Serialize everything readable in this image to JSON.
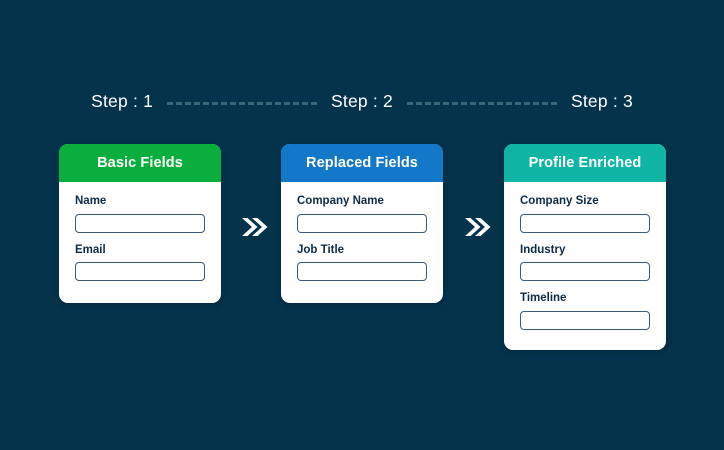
{
  "background_color": "#04334b",
  "steps": [
    {
      "label": "Step : 1"
    },
    {
      "label": "Step : 2"
    },
    {
      "label": "Step : 3"
    }
  ],
  "connectors": [
    {
      "name": "dashed-connector-1",
      "style": "dashed"
    },
    {
      "name": "dashed-connector-2",
      "style": "dashed"
    }
  ],
  "arrows": [
    {
      "name": "double-chevron-right-icon",
      "glyph": "»",
      "color": "#ffffff"
    },
    {
      "name": "double-chevron-right-icon",
      "glyph": "»",
      "color": "#ffffff"
    }
  ],
  "cards": [
    {
      "title": "Basic Fields",
      "header_color": "#0aae3c",
      "fields": [
        {
          "label": "Name",
          "value": "",
          "placeholder": ""
        },
        {
          "label": "Email",
          "value": "",
          "placeholder": ""
        }
      ]
    },
    {
      "title": "Replaced Fields",
      "header_color": "#1478c8",
      "fields": [
        {
          "label": "Company Name",
          "value": "",
          "placeholder": ""
        },
        {
          "label": "Job Title",
          "value": "",
          "placeholder": ""
        }
      ]
    },
    {
      "title": "Profile Enriched",
      "header_color": "#10b5a5",
      "fields": [
        {
          "label": "Company Size",
          "value": "",
          "placeholder": ""
        },
        {
          "label": "Industry",
          "value": "",
          "placeholder": ""
        },
        {
          "label": "Timeline",
          "value": "",
          "placeholder": ""
        }
      ]
    }
  ]
}
